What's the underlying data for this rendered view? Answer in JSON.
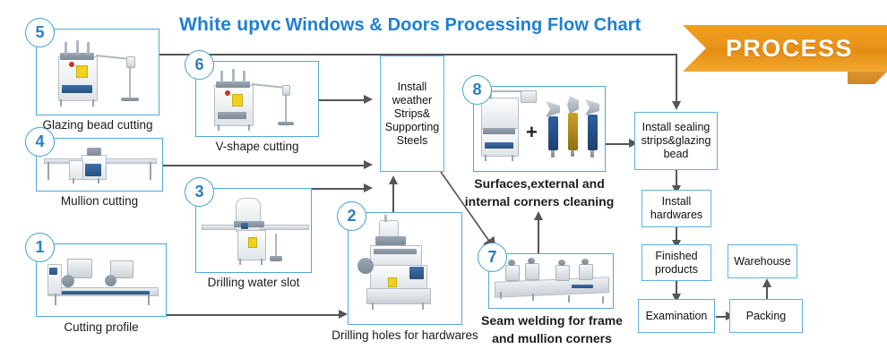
{
  "title": {
    "part1": "White upvc",
    "part2": "Windows & Doors Processing Flow Chart",
    "color": "#1f7fd0"
  },
  "banner": {
    "label": "PROCESS",
    "color": "#e8941a",
    "text_color": "#ffffff"
  },
  "theme": {
    "card_border": "#4ea8dd",
    "box_border": "#5fb0e0",
    "badge_text": "#2b7fc0",
    "arrow": "#555555",
    "background": "#ffffff"
  },
  "steps": [
    {
      "number": "5",
      "caption": "Glazing bead cutting",
      "machine": "glazing-bead-cutting-machine"
    },
    {
      "number": "4",
      "caption": "Mullion cutting",
      "machine": "mullion-cutting-machine"
    },
    {
      "number": "1",
      "caption": "Cutting profile",
      "machine": "double-head-cutting-saw"
    },
    {
      "number": "6",
      "caption": "V-shape cutting",
      "machine": "v-shape-cutting-machine"
    },
    {
      "number": "3",
      "caption": "Drilling water slot",
      "machine": "water-slot-drilling-machine"
    },
    {
      "number": "2",
      "caption": "Drilling holes for hardwares",
      "machine": "hardware-hole-drilling-machine"
    },
    {
      "number": "8",
      "caption": "Surfaces,external and internal corners cleaning",
      "machine": "corner-cleaning-machine",
      "plus": "+"
    },
    {
      "number": "7",
      "caption": "Seam welding for frame and mullion corners",
      "machine": "four-head-welding-machine"
    }
  ],
  "process_boxes": [
    {
      "id": "weather-strips",
      "label": "Install weather Strips& Supporting Steels"
    },
    {
      "id": "sealing-strips",
      "label": "Install sealing strips&glazing bead"
    },
    {
      "id": "install-hardwares",
      "label": "Install hardwares"
    },
    {
      "id": "finished-products",
      "label": "Finished products"
    },
    {
      "id": "warehouse",
      "label": "Warehouse"
    },
    {
      "id": "examination",
      "label": "Examination"
    },
    {
      "id": "packing",
      "label": "Packing"
    }
  ],
  "box_lines": {
    "weather_strips": [
      "Install",
      "weather",
      "Strips&",
      "Supporting",
      "Steels"
    ],
    "sealing_strips": [
      "Install sealing",
      "strips&glazing",
      "bead"
    ],
    "install_hardwares": [
      "Install",
      "hardwares"
    ],
    "finished_products": [
      "Finished",
      "products"
    ],
    "warehouse": [
      "Warehouse"
    ],
    "examination": [
      "Examination"
    ],
    "packing": [
      "Packing"
    ]
  },
  "captions_multiline": {
    "step8_line1": "Surfaces,external and",
    "step8_line2": "internal corners cleaning",
    "step7_line1": "Seam welding for frame",
    "step7_line2": "and mullion corners"
  }
}
